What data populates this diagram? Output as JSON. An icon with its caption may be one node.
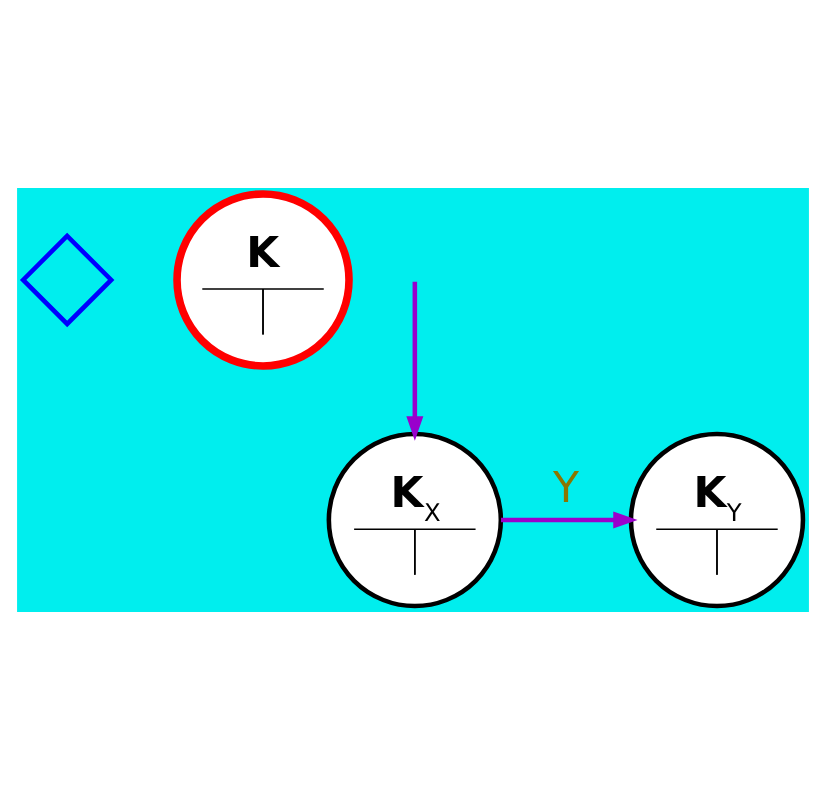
{
  "diagram": {
    "nodes": [
      {
        "text": [],
        "shape": "diamond"
      },
      {
        "text": [
          "K"
        ]
      },
      {
        "text": [
          "K$_{X}$"
        ]
      },
      {
        "text": [
          "K$_{Y}$"
        ]
      }
    ],
    "edges": [
      {
        "from": null,
        "to": 2,
        "arrow": "to",
        "color": "#9900cc"
      },
      {
        "from": 2,
        "to": 3,
        "arrow": "to",
        "label": "Y",
        "color": "#9900cc"
      }
    ]
  }
}
